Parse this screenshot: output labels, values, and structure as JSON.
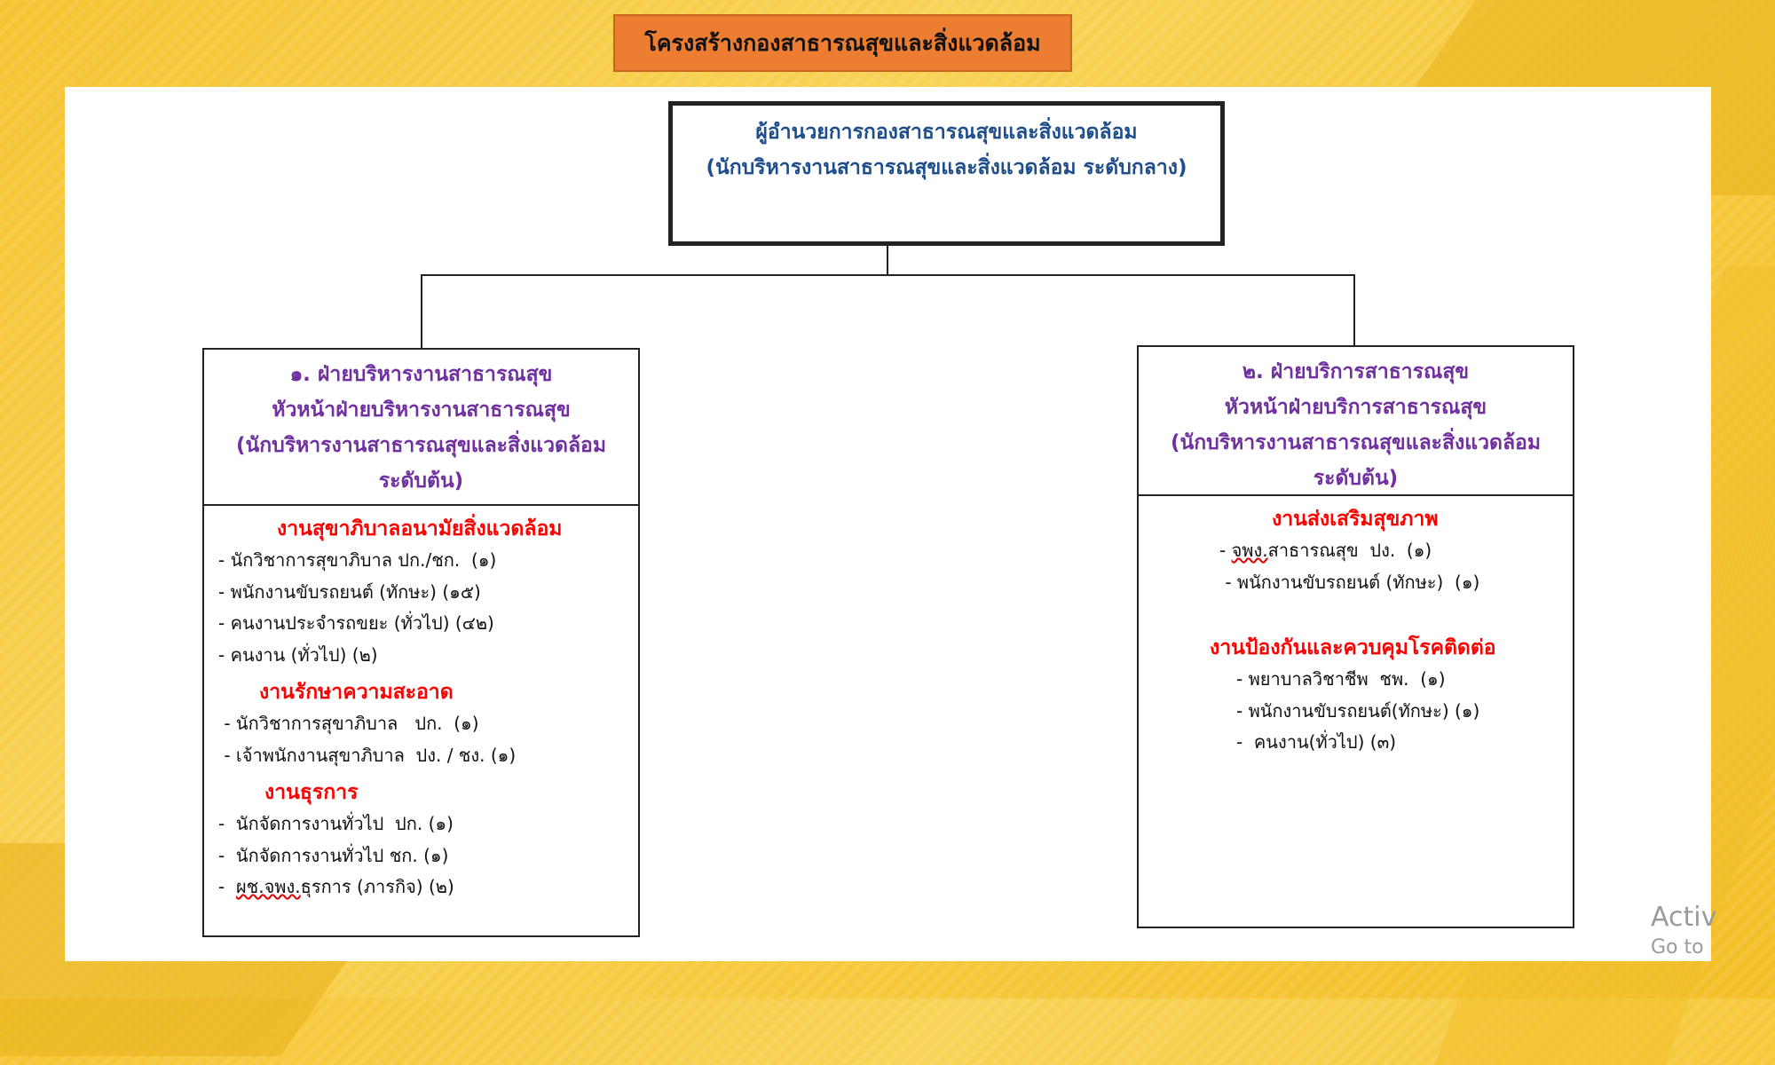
{
  "title": "โครงสร้างกองสาธารณสุขและสิ่งแวดล้อม",
  "director": {
    "line1": "ผู้อำนวยการกองสาธารณสุขและสิ่งแวดล้อม",
    "line2": "(นักบริหารงานสาธารณสุขและสิ่งแวดล้อม ระดับกลาง)"
  },
  "left": {
    "header": [
      "๑.  ฝ่ายบริหารงานสาธารณสุข",
      "หัวหน้าฝ่ายบริหารงานสาธารณสุข",
      "(นักบริหารงานสาธารณสุขและสิ่งแวดล้อม",
      "ระดับต้น)"
    ],
    "sections": [
      {
        "title": "งานสุขาภิบาลอนามัยสิ่งแวดล้อม",
        "items": [
          "- นักวิชาการสุขาภิบาล ปก./ชก.  (๑)",
          "- พนักงานขับรถยนต์ (ทักษะ) (๑๕)",
          "- คนงานประจำรถขยะ (ทั่วไป) (๔๒)",
          "- คนงาน (ทั่วไป) (๒)"
        ]
      },
      {
        "title": "งานรักษาความสะอาด",
        "items": [
          " - นักวิชาการสุขาภิบาล   ปก.  (๑)",
          " - เจ้าพนักงานสุขาภิบาล  ปง. / ชง. (๑)"
        ]
      },
      {
        "title": "งานธุรการ",
        "items": [
          "-  นักจัดการงานทั่วไป  ปก. (๑)",
          "-  นักจัดการงานทั่วไป ชก. (๑)"
        ]
      }
    ],
    "last_item": {
      "prefix": "-  ",
      "wavy": "ผช.จพง.",
      "rest": "ธุรการ (ภารกิจ) (๒)"
    }
  },
  "right": {
    "header": [
      "๒. ฝ่ายบริการสาธารณสุข",
      "หัวหน้าฝ่ายบริการสาธารณสุข",
      "(นักบริหารงานสาธารณสุขและสิ่งแวดล้อม",
      "ระดับต้น)"
    ],
    "section1_title": "งานส่งเสริมสุขภาพ",
    "section1_item1": {
      "prefix": "- ",
      "wavy": "จพง.",
      "rest": "สาธารณสุข  ปง.  (๑)"
    },
    "section1_item2": " - พนักงานขับรถยนต์ (ทักษะ)  (๑)",
    "section2_title": "งานป้องกันและควบคุมโรคติดต่อ",
    "section2_items": [
      "- พยาบาลวิชาชีพ  ชพ.  (๑)",
      "- พนักงานขับรถยนต์(ทักษะ) (๑)",
      "-  คนงาน(ทั่วไป) (๓)"
    ]
  },
  "watermark": {
    "line1": "Activ",
    "line2": "Go to"
  }
}
